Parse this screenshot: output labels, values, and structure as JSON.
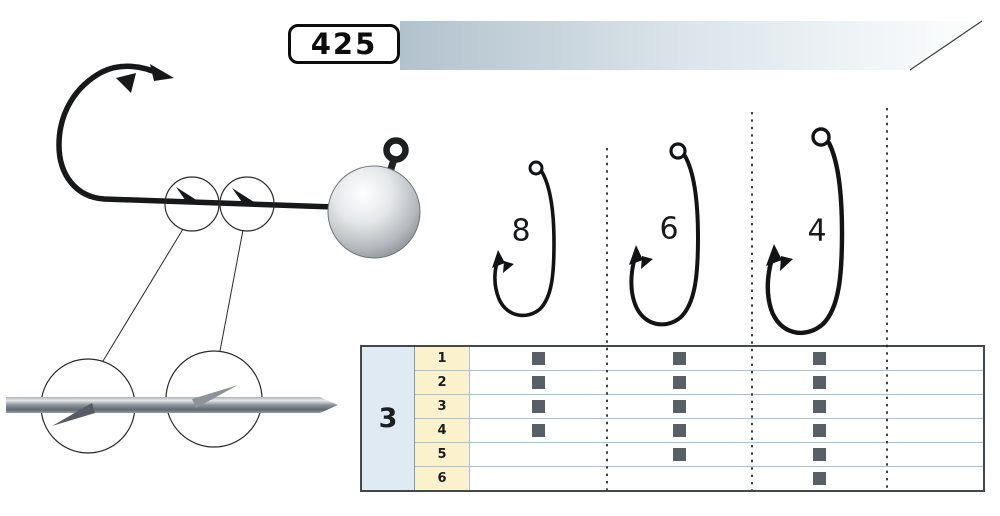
{
  "banner": {
    "code": "425"
  },
  "hook_sizes": [
    {
      "label": "8"
    },
    {
      "label": "6"
    },
    {
      "label": "4"
    }
  ],
  "table": {
    "weight": "3",
    "rows": [
      {
        "num": "1",
        "available": [
          true,
          true,
          true,
          false
        ]
      },
      {
        "num": "2",
        "available": [
          true,
          true,
          true,
          false
        ]
      },
      {
        "num": "3",
        "available": [
          true,
          true,
          true,
          false
        ]
      },
      {
        "num": "4",
        "available": [
          true,
          true,
          true,
          false
        ]
      },
      {
        "num": "5",
        "available": [
          false,
          true,
          true,
          false
        ]
      },
      {
        "num": "6",
        "available": [
          false,
          false,
          true,
          false
        ]
      }
    ]
  },
  "colors": {
    "availability_square": "#585f66",
    "row_line": "#a2c3d9",
    "weight_column_bg": "#dfeaf2",
    "number_column_bg": "#fbf2cd",
    "banner_gradient_start": "#b2c2cd"
  }
}
